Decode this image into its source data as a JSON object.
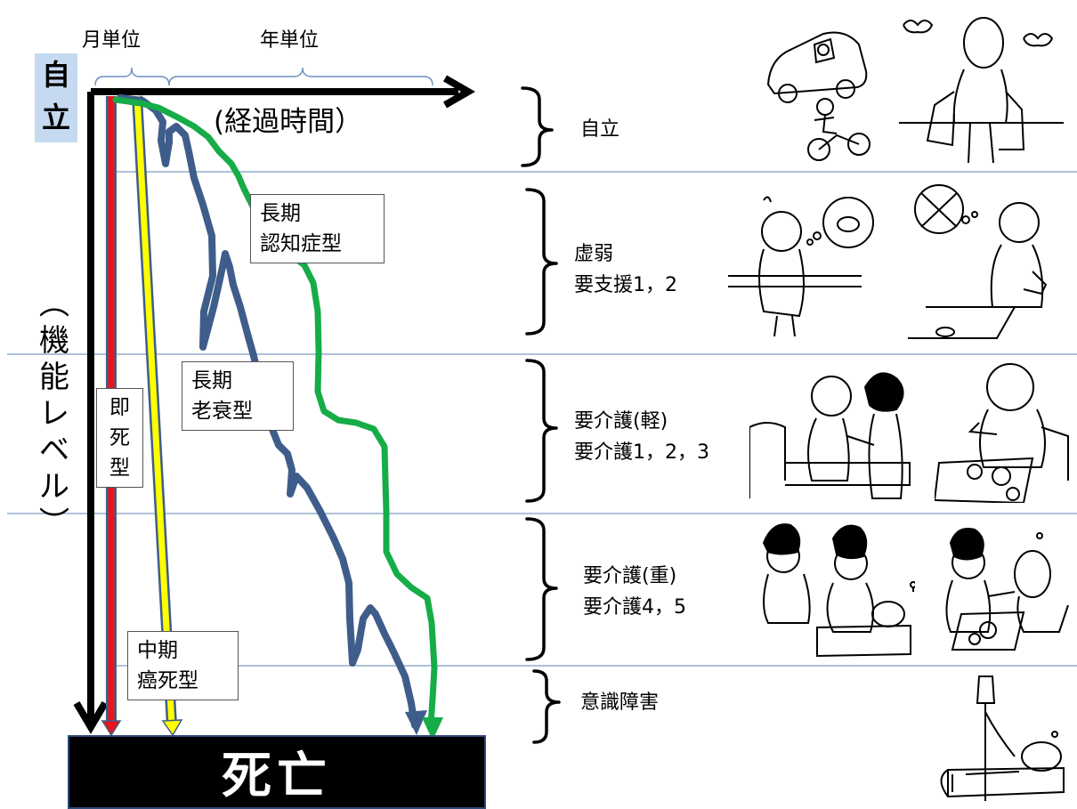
{
  "top_axis": {
    "month_unit": "月単位",
    "year_unit": "年単位",
    "elapsed_time": "(経過時間）"
  },
  "y_axis": {
    "top_badge": [
      "自",
      "立"
    ],
    "label_chars": [
      "︵",
      "機",
      "能",
      "レ",
      "ベ",
      "ル",
      "︶"
    ]
  },
  "stages": [
    {
      "lines": [
        "自立"
      ]
    },
    {
      "lines": [
        "虚弱",
        "要支援1，2"
      ]
    },
    {
      "lines": [
        "要介護(軽)",
        "要介護1，2，3"
      ]
    },
    {
      "lines": [
        "要介護(重)",
        "要介護4，5"
      ]
    },
    {
      "lines": [
        "意識障害"
      ]
    }
  ],
  "trajectories": {
    "sudden": {
      "label_chars": [
        "即",
        "死",
        "型"
      ],
      "color": "#e8151b"
    },
    "cancer": {
      "label_lines": [
        "中期",
        "癌死型"
      ],
      "color": "#ffff00"
    },
    "frailty": {
      "label_lines": [
        "長期",
        "老衰型"
      ],
      "color": "#3f5d8a"
    },
    "dementia": {
      "label_lines": [
        "長期",
        "認知症型"
      ],
      "color": "#16ac48"
    }
  },
  "death_label": "死亡",
  "colors": {
    "axis": "#000000",
    "separator": "#7f9cc4",
    "badge": "#c5d9f1",
    "bracket": "#4d6a94"
  },
  "illustrations": [
    "car-and-scooter-elderly-icon",
    "elderly-shopping-icon",
    "elderly-toilet-thought-icon",
    "elderly-food-thought-icon",
    "caregiver-assisting-icon",
    "elderly-eating-icon",
    "caregivers-bed-icon",
    "elderly-fed-icon",
    "iv-drip-bedridden-icon"
  ]
}
